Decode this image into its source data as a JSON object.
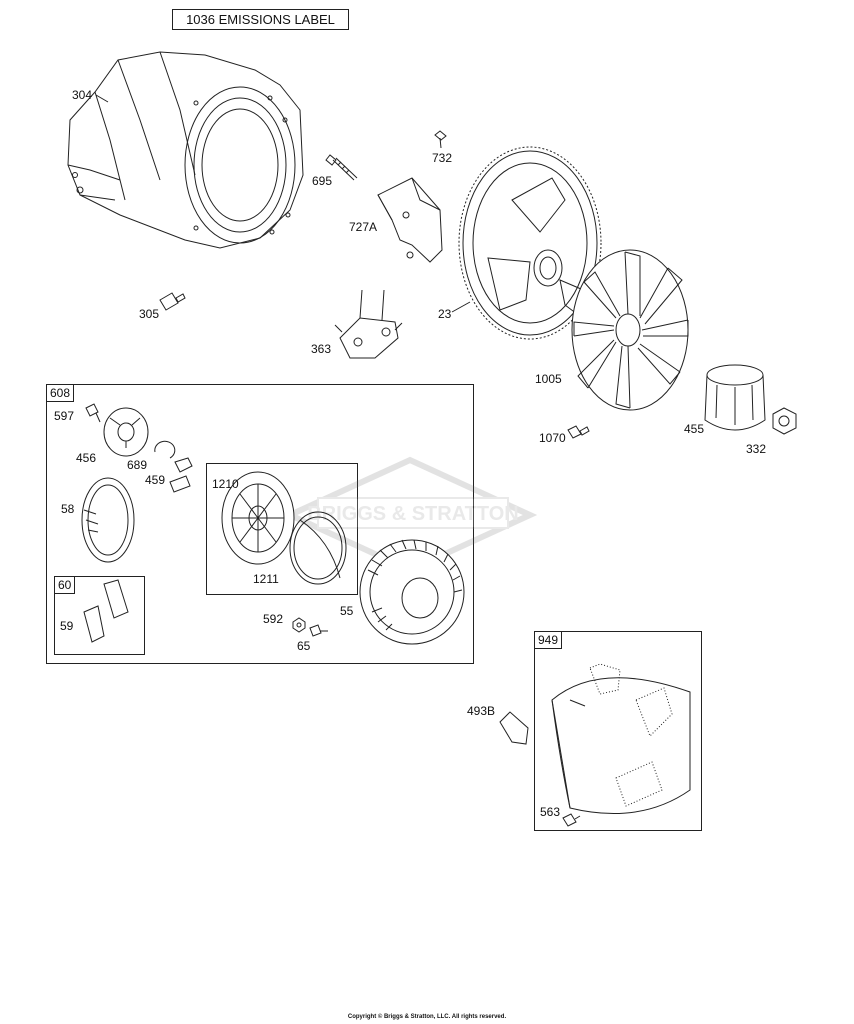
{
  "emissions_label": "1036 EMISSIONS LABEL",
  "watermark": "BRIGGS & STRATTON",
  "groups": {
    "g608": "608",
    "g1210box": "",
    "g60": "60",
    "g949": "949"
  },
  "parts": {
    "p304": "304",
    "p305": "305",
    "p695": "695",
    "p727A": "727A",
    "p363": "363",
    "p732": "732",
    "p23": "23",
    "p1005": "1005",
    "p1070": "1070",
    "p455": "455",
    "p332": "332",
    "p597": "597",
    "p456": "456",
    "p689": "689",
    "p459": "459",
    "p58": "58",
    "p1210": "1210",
    "p1211": "1211",
    "p59": "59",
    "p592": "592",
    "p65": "65",
    "p55": "55",
    "p493B": "493B",
    "p563": "563"
  },
  "copyright": "Copyright © Briggs & Stratton, LLC. All rights reserved."
}
